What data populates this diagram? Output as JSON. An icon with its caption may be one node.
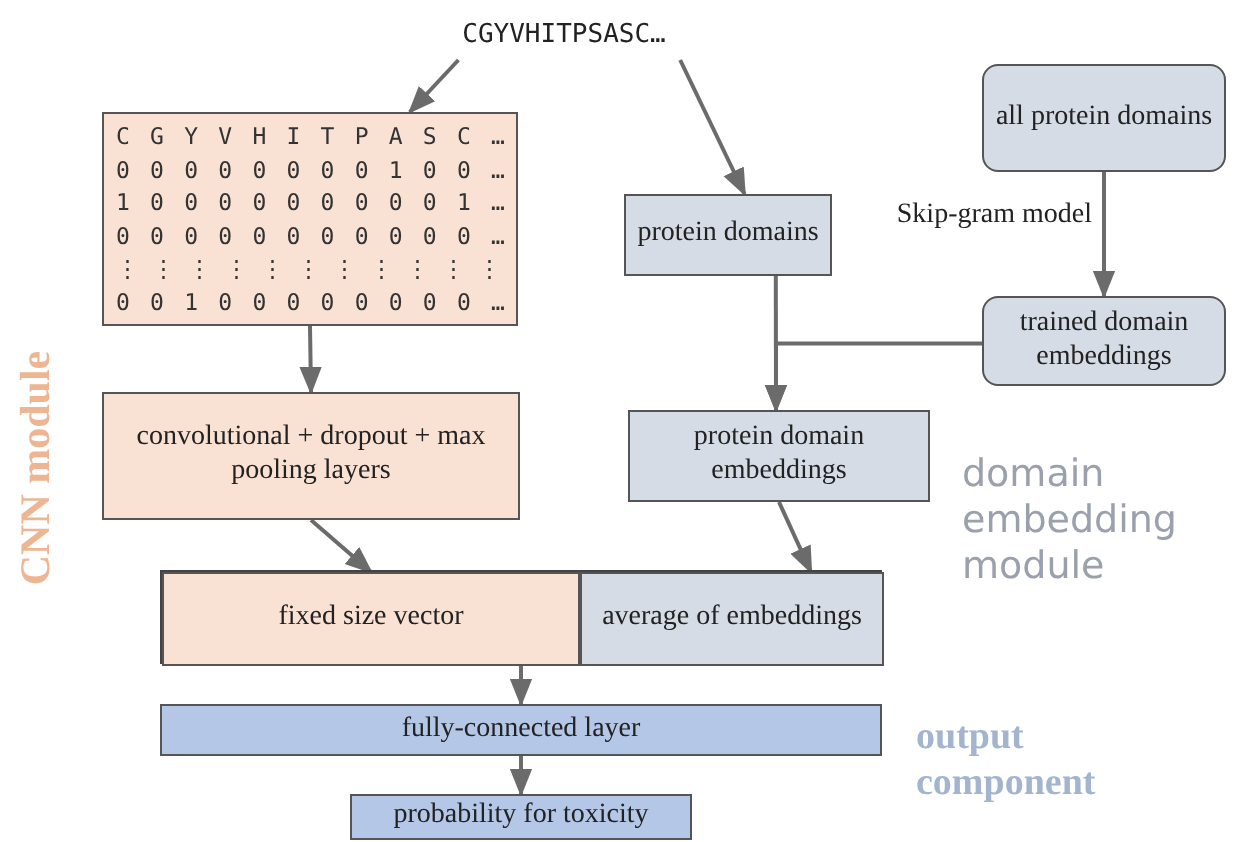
{
  "diagram": {
    "nodes": [
      {
        "text": [
          "CGYVHITPSASC…"
        ]
      },
      {
        "text": [
          "C G Y V H I T P A S C …",
          "0 0 0 0 0 0 0 0 1 0 0 …",
          "1 0 0 0 0 0 0 0 0 0 1 …",
          "0 0 0 0 0 0 0 0 0 0 0 …",
          "⋮ ⋮ ⋮ ⋮ ⋮ ⋮ ⋮ ⋮ ⋮ ⋮ ⋮",
          "0 0 1 0 0 0 0 0 0 0 0 …"
        ]
      },
      {
        "text": [
          "protein domains"
        ]
      },
      {
        "text": [
          "all protein domains"
        ]
      },
      {
        "text": [
          "trained domain embeddings"
        ]
      },
      {
        "text": [
          "convolutional + dropout + max pooling layers"
        ]
      },
      {
        "text": [
          "protein domain embeddings"
        ]
      },
      {
        "text": [],
        "shape": "box"
      },
      {
        "text": [
          "fixed size vector"
        ],
        "in": 7
      },
      {
        "text": [
          "average of embeddings"
        ],
        "in": 7
      },
      {
        "text": [
          "fully-connected layer"
        ]
      },
      {
        "text": [
          "probability for toxicity"
        ]
      }
    ],
    "edges": [
      {
        "from": 0,
        "to": 1,
        "arrow": "to"
      },
      {
        "from": 0,
        "to": 2,
        "arrow": "to"
      },
      {
        "from": 3,
        "to": 4,
        "arrow": "to",
        "label": "Skip-gram model"
      },
      {
        "from": 2,
        "to": 6,
        "arrow": "to"
      },
      {
        "from": 4,
        "to": 6,
        "arrow": "to"
      },
      {
        "from": 1,
        "to": 5,
        "arrow": "to"
      },
      {
        "from": 5,
        "to": 8,
        "arrow": "to"
      },
      {
        "from": 6,
        "to": 9,
        "arrow": "to"
      },
      {
        "from": 7,
        "to": 10,
        "arrow": "to"
      },
      {
        "from": 10,
        "to": 11,
        "arrow": "to"
      }
    ],
    "labels": [
      "CNN module",
      "domain embedding module",
      "output component"
    ]
  }
}
